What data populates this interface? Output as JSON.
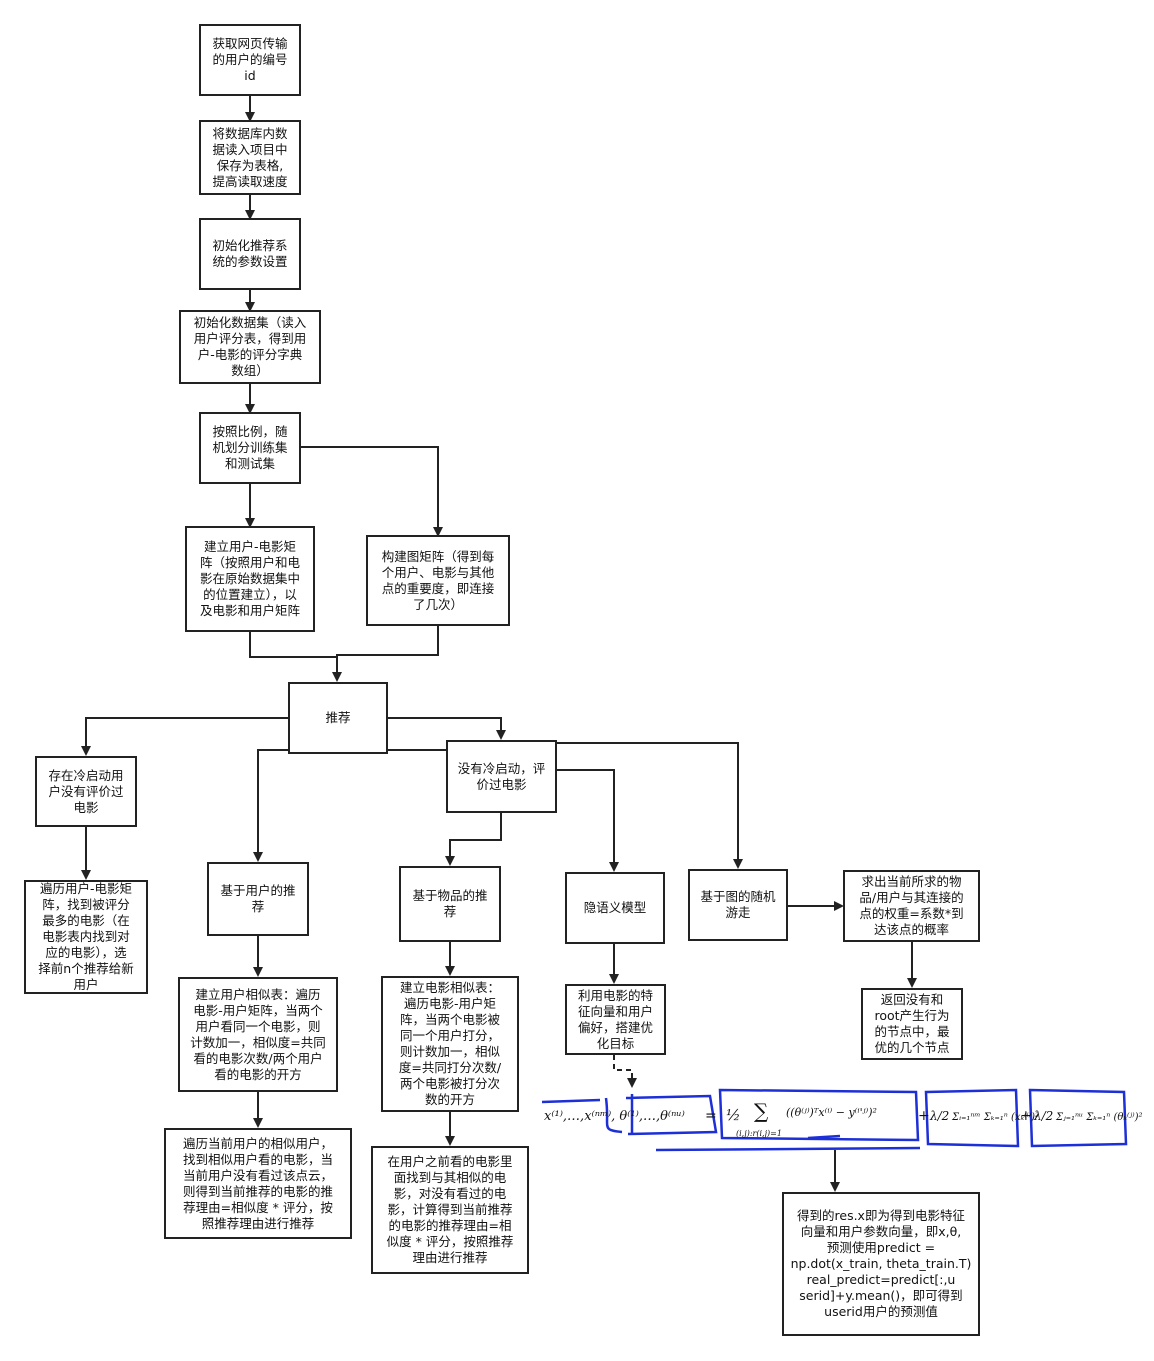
{
  "nodes": {
    "n1": "获取网页传输\n的用户的编号\nid",
    "n2": "将数据库内数\n据读入项目中\n保存为表格,\n提高读取速度",
    "n3": "初始化推荐系\n统的参数设置",
    "n4": "初始化数据集（读入\n用户评分表，得到用\n户-电影的评分字典\n数组）",
    "n5": "按照比例，随\n机划分训练集\n和测试集",
    "n6": "建立用户-电影矩\n阵（按照用户和电\n影在原始数据集中\n的位置建立），以\n及电影和用户矩阵",
    "n7": "构建图矩阵（得到每\n个用户、电影与其他\n点的重要度，即连接\n了几次）",
    "n8": "推荐",
    "n9": "存在冷启动用\n户没有评价过\n电影",
    "n10": "没有冷启动，评\n价过电影",
    "n11": "遍历用户-电影矩\n阵，找到被评分\n最多的电影（在\n电影表内找到对\n应的电影），选\n择前n个推荐给新\n用户",
    "n12": "基于用户的推\n荐",
    "n13": "基于物品的推\n荐",
    "n14": "隐语义模型",
    "n15": "基于图的随机\n游走",
    "n16": "求出当前所求的物\n品/用户与其连接的\n点的权重=系数*到\n达该点的概率",
    "n17": "建立用户相似表：遍历\n电影-用户矩阵，当两个\n用户看同一个电影，则\n计数加一，相似度=共同\n看的电影次数/两个用户\n看的电影的开方",
    "n18": "建立电影相似表：\n遍历电影-用户矩\n阵，当两个电影被\n同一个用户打分，\n则计数加一，相似\n度=共同打分次数/\n两个电影被打分次\n数的开方",
    "n19": "利用电影的特\n征向量和用户\n偏好，搭建优\n化目标",
    "n20": "返回没有和\nroot产生行为\n的节点中，最\n优的几个节点",
    "n21": "遍历当前用户的相似用户，\n找到相似用户看的电影，当\n当前用户没有看过该点云，\n则得到当前推荐的电影的推\n荐理由=相似度 * 评分，按\n照推荐理由进行推荐",
    "n22": "在用户之前看的电影里\n面找到与其相似的电\n影，对没有看过的电\n影，计算得到当前推荐\n的电影的推荐理由=相\n似度 * 评分，按照推荐\n理由进行推荐",
    "n23": "得到的res.x即为得到电影特征\n向量和用户参数向量，即x,θ,\n预测使用predict =\nnp.dot(x_train, theta_train.T)\nreal_predict=predict[:,u\nserid]+y.mean()，即可得到\nuserid用户的预测值"
  },
  "formula": {
    "args": "x⁽¹⁾,…,x⁽ⁿᵐ⁾, θ⁽¹⁾,…,θ⁽ⁿᵘ⁾",
    "equals": "=",
    "half": "½",
    "sum1_sub": "(i,j):r(i,j)=1",
    "term1": "((θ⁽ʲ⁾)ᵀx⁽ⁱ⁾ − y⁽ⁱ'ʲ⁾)²",
    "plus1": "+",
    "lambda_half": "λ/2",
    "term2": "Σᵢ₌₁ⁿᵐ Σₖ₌₁ⁿ (xₖ⁽ⁱ⁾)²",
    "plus2": "+",
    "lambda_half_2": "λ/2",
    "term3": "Σⱼ₌₁ⁿᵘ Σₖ₌₁ⁿ (θₖ⁽ʲ⁾)²"
  },
  "colors": {
    "line": "#222222",
    "highlight": "#1d2fd6"
  }
}
